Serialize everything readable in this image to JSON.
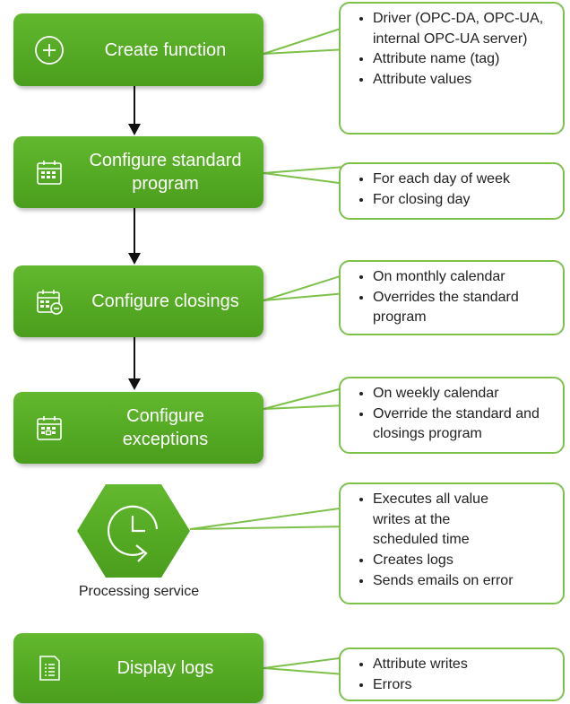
{
  "colors": {
    "step_fill": "#56ab25",
    "callout_border": "#7dc14a",
    "arrow": "#111111",
    "text_dark": "#222222"
  },
  "steps": [
    {
      "label": "Create function",
      "icon": "plus-circle-icon",
      "details": [
        "Driver (OPC-DA, OPC-UA, internal OPC-UA server)",
        "Attribute name (tag)",
        "Attribute values"
      ]
    },
    {
      "label": "Configure standard program",
      "icon": "calendar-icon",
      "details": [
        "For each day of week",
        "For closing day"
      ]
    },
    {
      "label": "Configure closings",
      "icon": "calendar-minus-icon",
      "details": [
        "On monthly calendar",
        "Overrides the standard program"
      ]
    },
    {
      "label": "Configure exceptions",
      "icon": "calendar-exception-icon",
      "details": [
        "On weekly calendar",
        "Override the standard and closings program"
      ]
    },
    {
      "label": "Processing service",
      "icon": "clock-refresh-icon",
      "details": [
        "Executes all value writes at the scheduled time",
        "Creates logs",
        "Sends emails on error"
      ]
    },
    {
      "label": "Display logs",
      "icon": "document-list-icon",
      "details": [
        "Attribute writes",
        "Errors"
      ]
    }
  ]
}
